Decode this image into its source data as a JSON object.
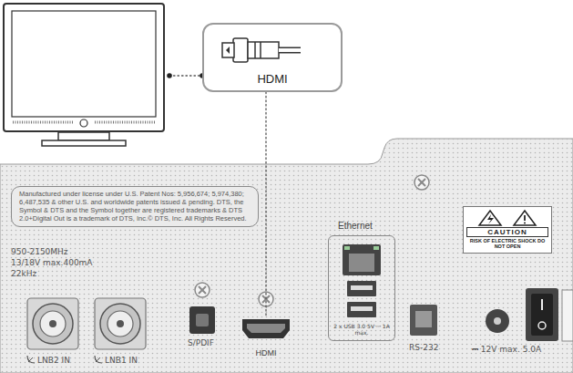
{
  "diagram": {
    "nodes": [
      {
        "text": [
          "HDMI"
        ]
      },
      {
        "text": [
          "Manufactured under license under U.S. Patent Nos: 5,956,674; 5,974,380; 6,487,535 & other U.S. and worldwide patents issued & pending. DTS, the Symbol & DTS and the Symbol together are registered trademarks & DTS 2.0+Digital Out is a trademark of DTS, Inc.© DTS, Inc. All Rights Reserved."
        ]
      },
      {
        "text": [
          "HDMI"
        ]
      },
      {
        "text": [
          "Ethernet",
          "2 x USB 3.0 5V ⎓ 1A max."
        ]
      },
      {
        "text": [
          "CAUTION",
          "RISK OF ELECTRIC SHOCK DO NOT OPEN"
        ]
      }
    ],
    "edges": [
      {
        "from": 0,
        "to": 2,
        "arrow": "none"
      }
    ],
    "labels": [
      "950-2150MHz",
      "13/18V max.400mA",
      "22kHz",
      "LNB2 IN",
      "LNB1 IN",
      "S/PDIF",
      "RS-232",
      "⎓ 12V max. 5.0A"
    ]
  }
}
